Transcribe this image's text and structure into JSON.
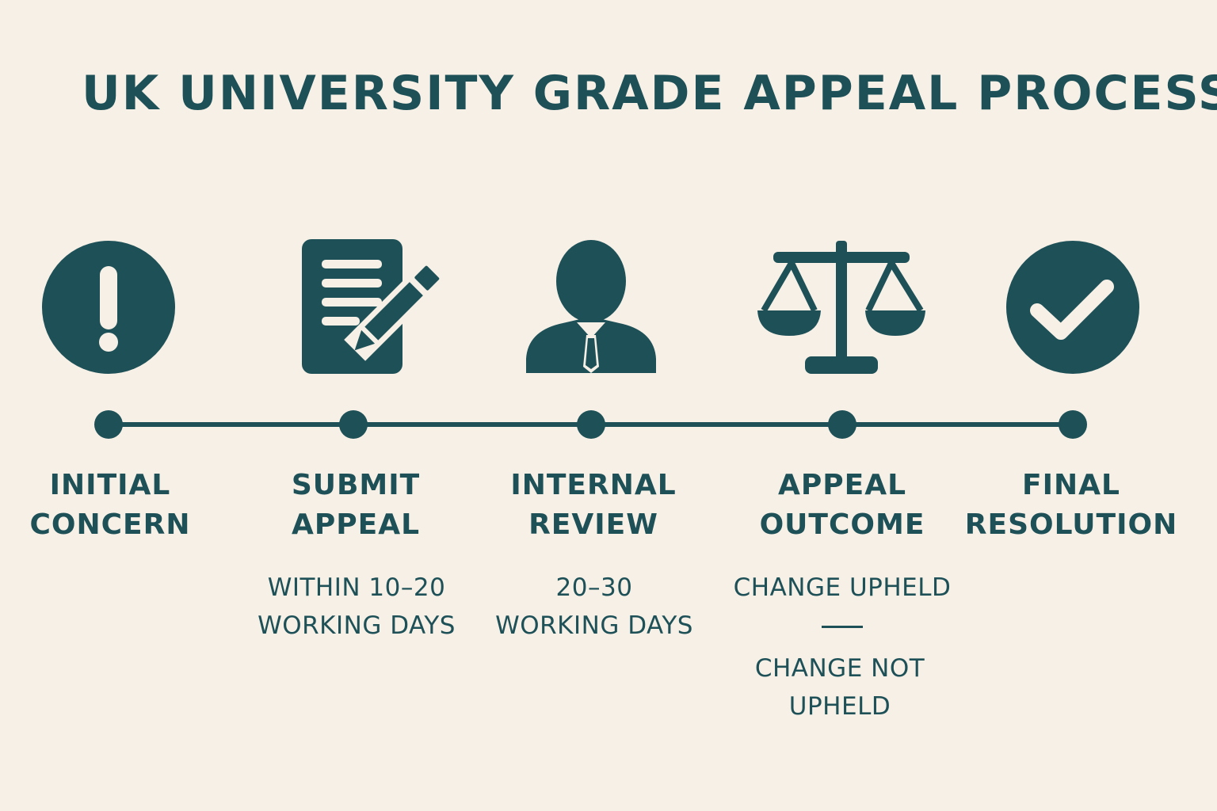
{
  "title": "UK UNIVERSITY GRADE APPEAL PROCESS",
  "colors": {
    "primary": "#1e5058",
    "background": "#f6f0e6"
  },
  "steps": [
    {
      "icon": "exclamation-icon",
      "label": [
        "INITIAL",
        "CONCERN"
      ],
      "notes": []
    },
    {
      "icon": "document-pencil-icon",
      "label": [
        "SUBMIT",
        "APPEAL"
      ],
      "notes": [
        "WITHIN 10–20",
        "WORKING DAYS"
      ]
    },
    {
      "icon": "person-icon",
      "label": [
        "INTERNAL",
        "REVIEW"
      ],
      "notes": [
        "20–30",
        "WORKING DAYS"
      ]
    },
    {
      "icon": "scales-icon",
      "label": [
        "APPEAL",
        "OUTCOME"
      ],
      "notes": [
        "CHANGE UPHELD"
      ],
      "alt_notes": [
        "CHANGE NOT",
        "UPHELD"
      ]
    },
    {
      "icon": "checkmark-icon",
      "label": [
        "FINAL",
        "RESOLUTION"
      ],
      "notes": []
    }
  ]
}
